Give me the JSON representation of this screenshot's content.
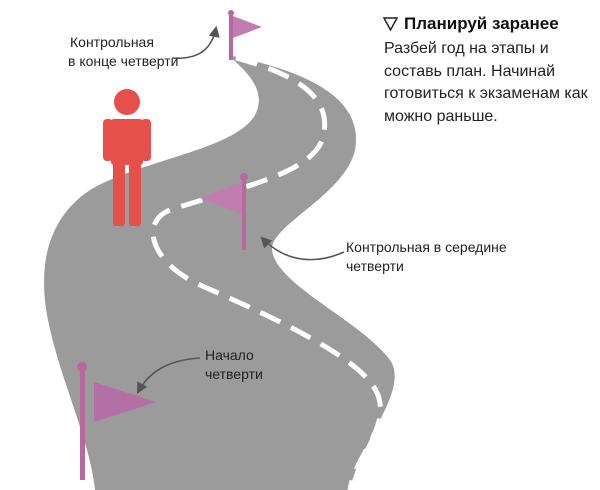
{
  "heading": {
    "title": "Планируй заранее",
    "icon": "triangle-down-icon",
    "text": "Разбей год на этапы и составь план. Начинай готовиться к экзаменам как можно раньше."
  },
  "labels": {
    "end_line1": "Контрольная",
    "end_line2": "в конце четверти",
    "mid_line1": "Контрольная в середине",
    "mid_line2": "четверти",
    "start_line1": "Начало",
    "start_line2": "четверти"
  },
  "colors": {
    "road": "#9b9b9b",
    "road_lines": "#ffffff",
    "person": "#e5504a",
    "flag_pole": "#b9689f",
    "flag": "#c07db0",
    "arrow": "#555555"
  }
}
